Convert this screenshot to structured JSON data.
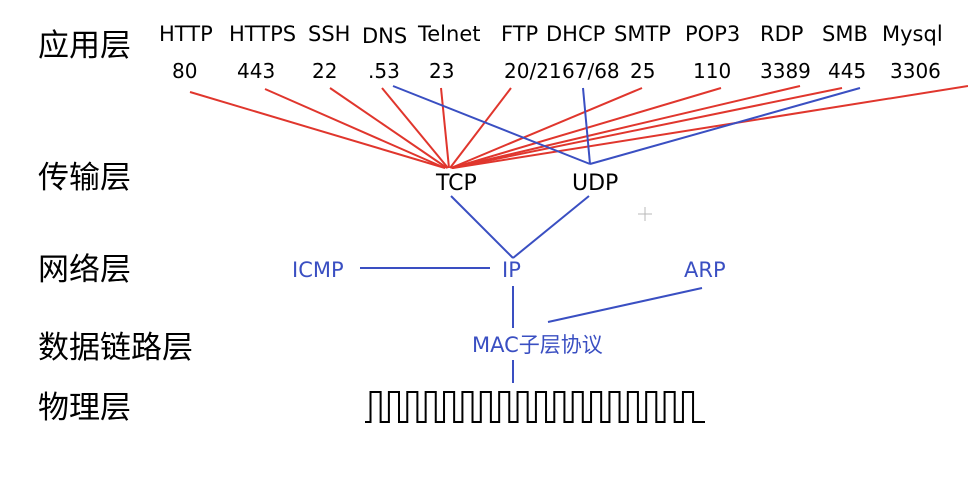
{
  "colors": {
    "tcp_line": "#e0362d",
    "udp_line": "#3a4fc2",
    "network_text": "#3a4fc2",
    "text": "#000000",
    "signal": "#000000"
  },
  "layers": {
    "application": "应用层",
    "transport": "传输层",
    "network": "网络层",
    "datalink": "数据链路层",
    "physical": "物理层"
  },
  "protocols": [
    {
      "name": "HTTP",
      "port": "80",
      "transport": "tcp"
    },
    {
      "name": "HTTPS",
      "port": "443",
      "transport": "tcp"
    },
    {
      "name": "SSH",
      "port": "22",
      "transport": "tcp"
    },
    {
      "name": "DNS",
      "port": ".53",
      "transport": "both"
    },
    {
      "name": "Telnet",
      "port": "23",
      "transport": "tcp"
    },
    {
      "name": "FTP",
      "port": "20/21",
      "transport": "tcp"
    },
    {
      "name": "DHCP",
      "port": "67/68",
      "transport": "udp"
    },
    {
      "name": "SMTP",
      "port": "25",
      "transport": "tcp"
    },
    {
      "name": "POP3",
      "port": "110",
      "transport": "tcp"
    },
    {
      "name": "RDP",
      "port": "3389",
      "transport": "tcp"
    },
    {
      "name": "SMB",
      "port": "445",
      "transport": "both"
    },
    {
      "name": "Mysql",
      "port": "3306",
      "transport": "tcp"
    }
  ],
  "nodes": {
    "tcp": "TCP",
    "udp": "UDP",
    "ip": "IP",
    "icmp": "ICMP",
    "arp": "ARP",
    "mac": "MAC子层协议"
  },
  "physical_signal": {
    "pulses": 18
  }
}
